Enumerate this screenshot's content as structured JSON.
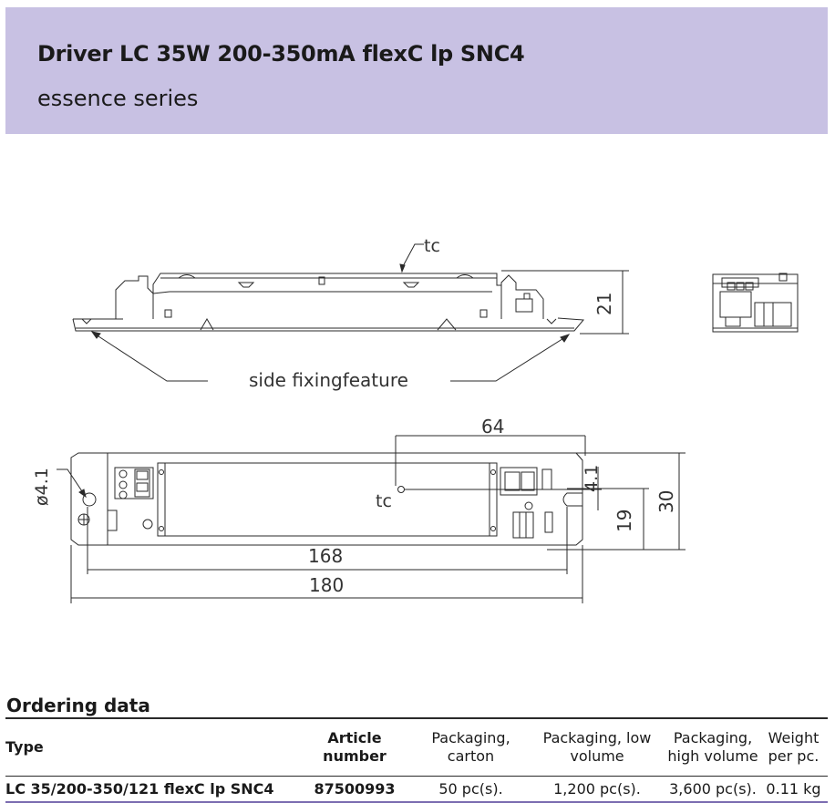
{
  "header": {
    "title": "Driver LC 35W 200-350mA flexC lp SNC4",
    "subtitle": "essence series"
  },
  "drawing": {
    "side_view": {
      "tc_label": "tc",
      "height_dim": "21",
      "fixing_label": "side fixingfeature"
    },
    "top_view": {
      "dim_tc_offset": "64",
      "dim_hole": "ø4.1",
      "dim_slot": "4.1",
      "dim_slot_height": "19",
      "dim_width": "30",
      "tc_label": "tc",
      "dim_hole_spacing": "168",
      "dim_length": "180"
    }
  },
  "ordering": {
    "heading": "Ordering data",
    "columns": {
      "type": "Type",
      "article_1": "Article",
      "article_2": "number",
      "pack_carton_1": "Packaging,",
      "pack_carton_2": "carton",
      "pack_low_1": "Packaging, low",
      "pack_low_2": "volume",
      "pack_high_1": "Packaging,",
      "pack_high_2": "high volume",
      "weight_1": "Weight",
      "weight_2": "per pc."
    },
    "rows": [
      {
        "type": "LC 35/200-350/121 flexC lp SNC4",
        "article": "87500993",
        "pack_carton": "50 pc(s).",
        "pack_low": "1,200 pc(s).",
        "pack_high": "3,600 pc(s).",
        "weight": "0.11 kg"
      }
    ]
  }
}
